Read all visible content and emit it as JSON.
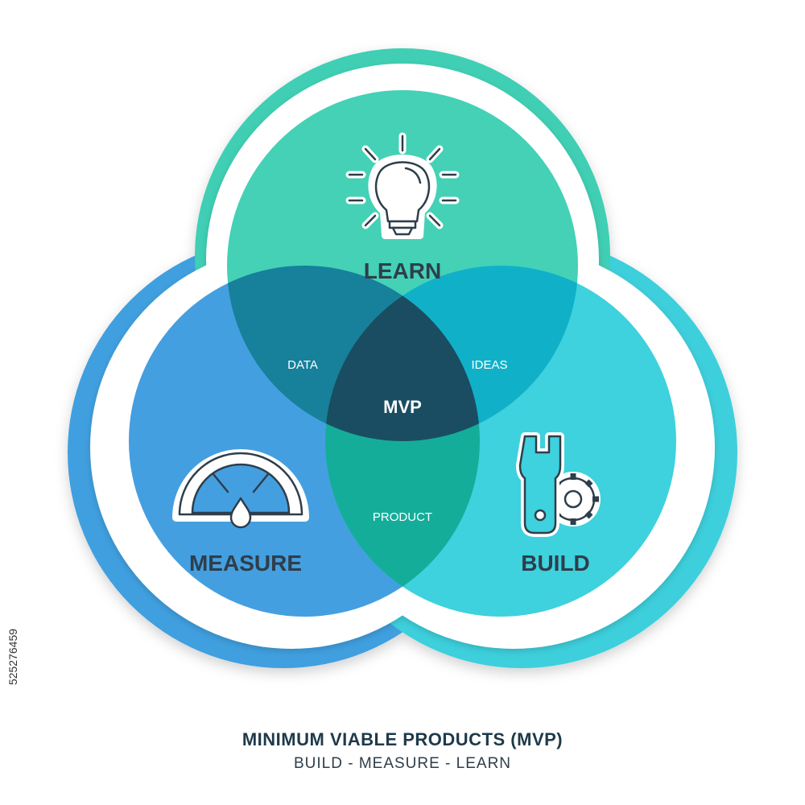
{
  "circles": {
    "learn": {
      "label": "LEARN",
      "icon": "lightbulb-icon",
      "color": "#44d1b6"
    },
    "measure": {
      "label": "MEASURE",
      "icon": "gauge-icon",
      "color": "#449fe0"
    },
    "build": {
      "label": "BUILD",
      "icon": "wrench-gear-icon",
      "color": "#3ed1de"
    }
  },
  "overlaps": {
    "learn_measure": "DATA",
    "learn_build": "IDEAS",
    "measure_build": "PRODUCT",
    "center": "MVP"
  },
  "title": "MINIMUM VIABLE PRODUCTS (MVP)",
  "subtitle": "BUILD - MEASURE - LEARN",
  "stock_id": "525276459"
}
